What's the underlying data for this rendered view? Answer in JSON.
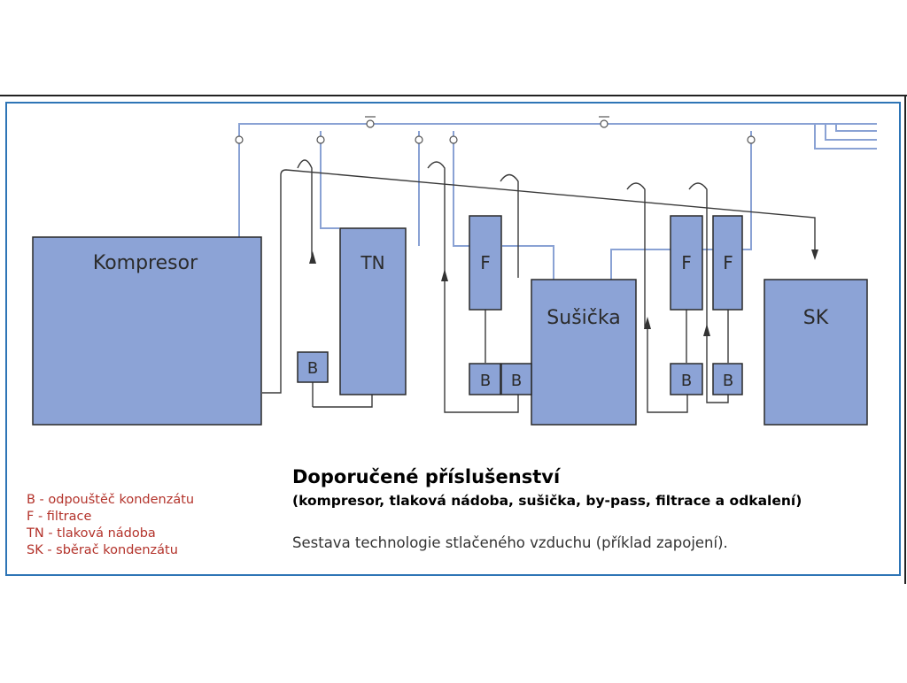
{
  "diagram": {
    "units": {
      "kompresor": "Kompresor",
      "tn": "TN",
      "f1": "F",
      "susicka": "Sušička",
      "f2": "F",
      "f3": "F",
      "sk": "SK",
      "b1": "B",
      "b2": "B",
      "b3": "B",
      "b4": "B",
      "b5": "B"
    }
  },
  "legend": [
    "B - odpouštěč kondenzátu",
    "F - filtrace",
    "TN - tlaková nádoba",
    "SK - sběrač kondenzátu"
  ],
  "caption": {
    "title": "Doporučené příslušenství",
    "subtitle": "(kompresor, tlaková nádoba, sušička, by-pass, filtrace a odkalení)",
    "description": "Sestava technologie stlačeného vzduchu (příklad zapojení)."
  },
  "colors": {
    "box_fill": "#8ca3d6",
    "box_stroke": "#2a2a2a",
    "pipe_blue": "#8aa2d4",
    "frame_blue": "#2e75b6",
    "legend_text": "#b3322a"
  }
}
